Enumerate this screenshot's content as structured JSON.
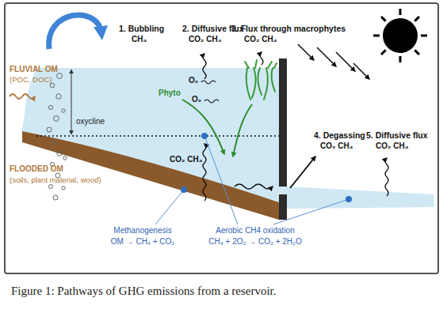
{
  "diagram": {
    "caption": "Figure 1: Pathways of GHG emissions from a reservoir.",
    "labels": [
      "1. Bubbling",
      "CH₄",
      "2. Diffusive flux",
      "CO₂ CH₄",
      "3. Flux through macrophytes",
      "CO₂ CH₄",
      "FLUVIAL OM",
      "(POC, DOC)",
      "oxycline",
      "O₂",
      "O₂",
      "Phyto",
      "CO₂ CH₄",
      "FLOODED OM",
      "(soils, plant material, wood)",
      "4. Degassing",
      "CO₂ CH₄",
      "5. Diffusive flux",
      "CO₂ CH₄",
      "Methanogenesis",
      "OM → CH₄ + CO₂",
      "Aerobic CH4 oxidation",
      "CH₄ + 2O₂ → CO₂ + 2H₂O"
    ]
  }
}
